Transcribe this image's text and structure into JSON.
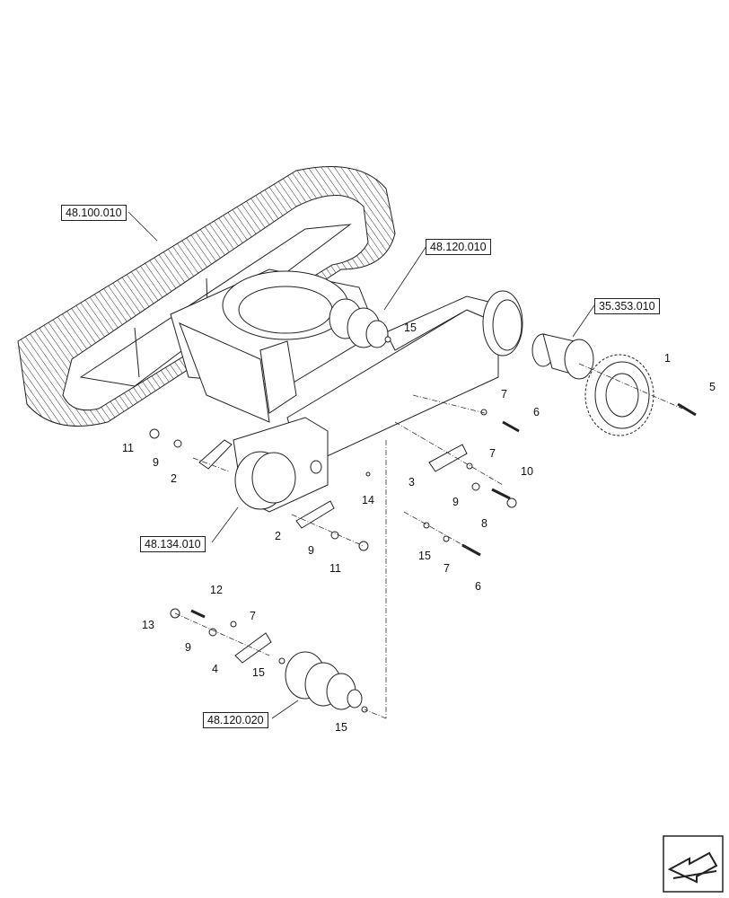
{
  "references": {
    "undercarriage_frame": "48.100.010",
    "carrier_roller": "48.120.010",
    "travel_motor": "35.353.010",
    "idler": "48.134.010",
    "track_roller": "48.120.020"
  },
  "callouts": {
    "c1": "1",
    "c2a": "2",
    "c2b": "2",
    "c3": "3",
    "c4": "4",
    "c5": "5",
    "c6a": "6",
    "c6b": "6",
    "c7a": "7",
    "c7b": "7",
    "c7c": "7",
    "c7d": "7",
    "c8": "8",
    "c9a": "9",
    "c9b": "9",
    "c9c": "9",
    "c9d": "9",
    "c10": "10",
    "c11a": "11",
    "c11b": "11",
    "c12": "12",
    "c13": "13",
    "c14": "14",
    "c15a": "15",
    "c15b": "15",
    "c15c": "15",
    "c15d": "15"
  },
  "colors": {
    "line": "#222222",
    "background": "#ffffff"
  }
}
